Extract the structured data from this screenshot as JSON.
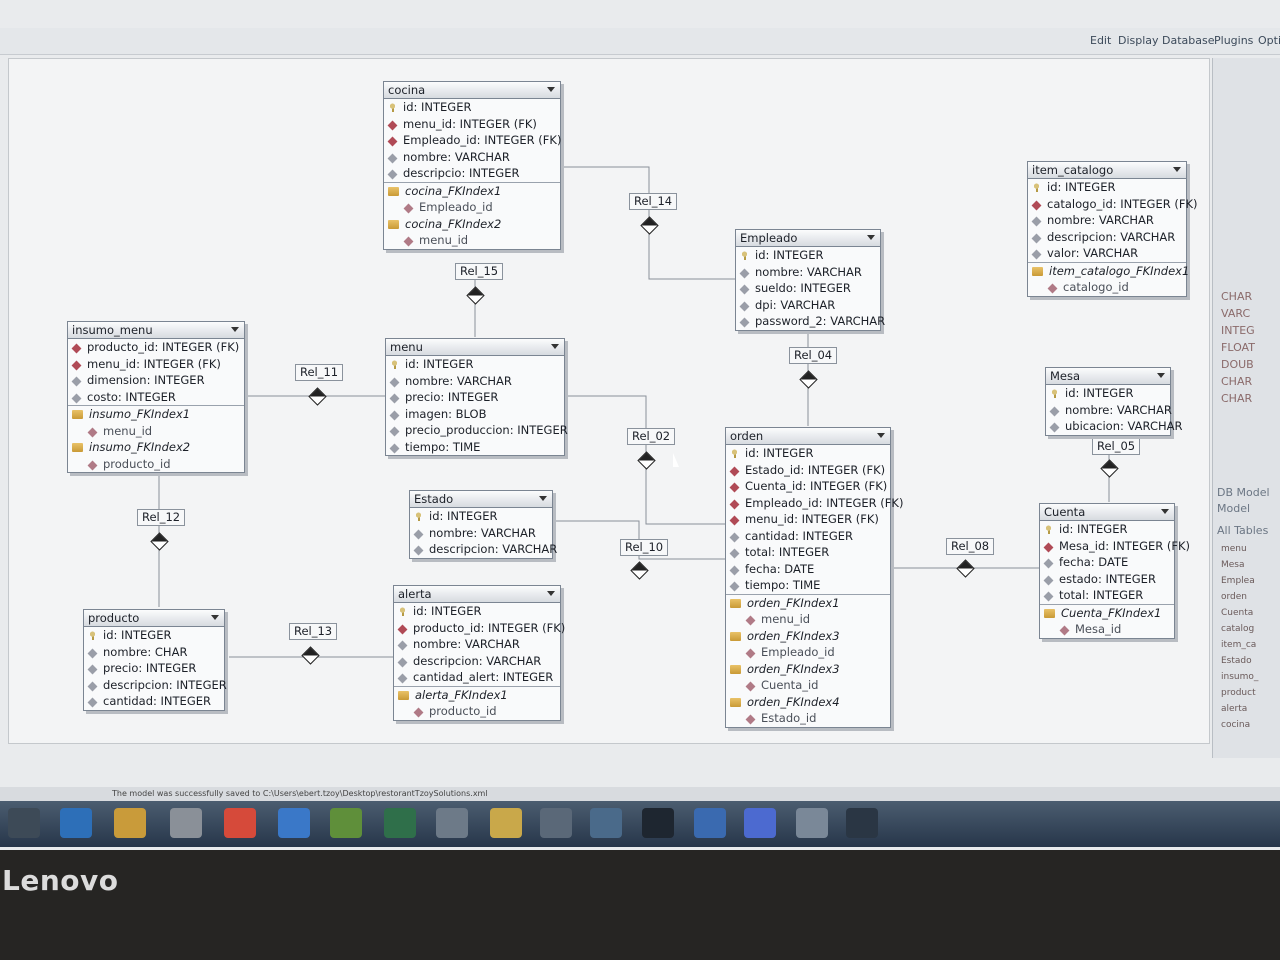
{
  "menubar": {
    "items": [
      "Edit",
      "Display",
      "Database",
      "Plugins",
      "Opti"
    ]
  },
  "entities": {
    "cocina": {
      "title": "cocina",
      "rows": [
        {
          "icon": "key",
          "text": "id: INTEGER"
        },
        {
          "icon": "fk",
          "text": "menu_id: INTEGER (FK)"
        },
        {
          "icon": "fk",
          "text": "Empleado_id: INTEGER (FK)"
        },
        {
          "icon": "attr",
          "text": "nombre: VARCHAR"
        },
        {
          "icon": "attr",
          "text": "descripcio: INTEGER"
        },
        {
          "icon": "idx",
          "text": "cocina_FKIndex1",
          "sep": true
        },
        {
          "icon": "idxattr",
          "text": "Empleado_id",
          "sub": true
        },
        {
          "icon": "idx",
          "text": "cocina_FKIndex2"
        },
        {
          "icon": "idxattr",
          "text": "menu_id",
          "sub": true
        }
      ]
    },
    "empleado": {
      "title": "Empleado",
      "rows": [
        {
          "icon": "key",
          "text": "id: INTEGER"
        },
        {
          "icon": "attr",
          "text": "nombre: VARCHAR"
        },
        {
          "icon": "attr",
          "text": "sueldo: INTEGER"
        },
        {
          "icon": "attr",
          "text": "dpi: VARCHAR"
        },
        {
          "icon": "attr",
          "text": "password_2: VARCHAR"
        }
      ]
    },
    "item_catalogo": {
      "title": "item_catalogo",
      "rows": [
        {
          "icon": "key",
          "text": "id: INTEGER"
        },
        {
          "icon": "fk",
          "text": "catalogo_id: INTEGER (FK)"
        },
        {
          "icon": "attr",
          "text": "nombre: VARCHAR"
        },
        {
          "icon": "attr",
          "text": "descripcion: VARCHAR"
        },
        {
          "icon": "attr",
          "text": "valor: VARCHAR"
        },
        {
          "icon": "idx",
          "text": "item_catalogo_FKIndex1",
          "sep": true
        },
        {
          "icon": "idxattr",
          "text": "catalogo_id",
          "sub": true
        }
      ]
    },
    "insumo_menu": {
      "title": "insumo_menu",
      "rows": [
        {
          "icon": "fk",
          "text": "producto_id: INTEGER (FK)"
        },
        {
          "icon": "fk",
          "text": "menu_id: INTEGER (FK)"
        },
        {
          "icon": "attr",
          "text": "dimension: INTEGER"
        },
        {
          "icon": "attr",
          "text": "costo: INTEGER"
        },
        {
          "icon": "idx",
          "text": "insumo_FKIndex1",
          "sep": true
        },
        {
          "icon": "idxattr",
          "text": "menu_id",
          "sub": true
        },
        {
          "icon": "idx",
          "text": "insumo_FKIndex2"
        },
        {
          "icon": "idxattr",
          "text": "producto_id",
          "sub": true
        }
      ]
    },
    "menu": {
      "title": "menu",
      "rows": [
        {
          "icon": "key",
          "text": "id: INTEGER"
        },
        {
          "icon": "attr",
          "text": "nombre: VARCHAR"
        },
        {
          "icon": "attr",
          "text": "precio: INTEGER"
        },
        {
          "icon": "attr",
          "text": "imagen: BLOB"
        },
        {
          "icon": "attr",
          "text": "precio_produccion: INTEGER"
        },
        {
          "icon": "attr",
          "text": "tiempo: TIME"
        }
      ]
    },
    "mesa": {
      "title": "Mesa",
      "rows": [
        {
          "icon": "key",
          "text": "id: INTEGER"
        },
        {
          "icon": "attr",
          "text": "nombre: VARCHAR"
        },
        {
          "icon": "attr",
          "text": "ubicacion: VARCHAR"
        }
      ]
    },
    "orden": {
      "title": "orden",
      "rows": [
        {
          "icon": "key",
          "text": "id: INTEGER"
        },
        {
          "icon": "fk",
          "text": "Estado_id: INTEGER (FK)"
        },
        {
          "icon": "fk",
          "text": "Cuenta_id: INTEGER (FK)"
        },
        {
          "icon": "fk",
          "text": "Empleado_id: INTEGER (FK)"
        },
        {
          "icon": "fk",
          "text": "menu_id: INTEGER (FK)"
        },
        {
          "icon": "attr",
          "text": "cantidad: INTEGER"
        },
        {
          "icon": "attr",
          "text": "total: INTEGER"
        },
        {
          "icon": "attr",
          "text": "fecha: DATE"
        },
        {
          "icon": "attr",
          "text": "tiempo: TIME"
        },
        {
          "icon": "idx",
          "text": "orden_FKIndex1",
          "sep": true
        },
        {
          "icon": "idxattr",
          "text": "menu_id",
          "sub": true
        },
        {
          "icon": "idx",
          "text": "orden_FKIndex3"
        },
        {
          "icon": "idxattr",
          "text": "Empleado_id",
          "sub": true
        },
        {
          "icon": "idx",
          "text": "orden_FKIndex3"
        },
        {
          "icon": "idxattr",
          "text": "Cuenta_id",
          "sub": true
        },
        {
          "icon": "idx",
          "text": "orden_FKIndex4"
        },
        {
          "icon": "idxattr",
          "text": "Estado_id",
          "sub": true
        }
      ]
    },
    "estado": {
      "title": "Estado",
      "rows": [
        {
          "icon": "key",
          "text": "id: INTEGER"
        },
        {
          "icon": "attr",
          "text": "nombre: VARCHAR"
        },
        {
          "icon": "attr",
          "text": "descripcion: VARCHAR"
        }
      ]
    },
    "cuenta": {
      "title": "Cuenta",
      "rows": [
        {
          "icon": "key",
          "text": "id: INTEGER"
        },
        {
          "icon": "fk",
          "text": "Mesa_id: INTEGER (FK)"
        },
        {
          "icon": "attr",
          "text": "fecha: DATE"
        },
        {
          "icon": "attr",
          "text": "estado: INTEGER"
        },
        {
          "icon": "attr",
          "text": "total: INTEGER"
        },
        {
          "icon": "idx",
          "text": "Cuenta_FKIndex1",
          "sep": true
        },
        {
          "icon": "idxattr",
          "text": "Mesa_id",
          "sub": true
        }
      ]
    },
    "producto": {
      "title": "producto",
      "rows": [
        {
          "icon": "key",
          "text": "id: INTEGER"
        },
        {
          "icon": "attr",
          "text": "nombre: CHAR"
        },
        {
          "icon": "attr",
          "text": "precio: INTEGER"
        },
        {
          "icon": "attr",
          "text": "descripcion: INTEGER"
        },
        {
          "icon": "attr",
          "text": "cantidad: INTEGER"
        }
      ]
    },
    "alerta": {
      "title": "alerta",
      "rows": [
        {
          "icon": "key",
          "text": "id: INTEGER"
        },
        {
          "icon": "fk",
          "text": "producto_id: INTEGER (FK)"
        },
        {
          "icon": "attr",
          "text": "nombre: VARCHAR"
        },
        {
          "icon": "attr",
          "text": "descripcion: VARCHAR"
        },
        {
          "icon": "attr",
          "text": "cantidad_alert: INTEGER"
        },
        {
          "icon": "idx",
          "text": "alerta_FKIndex1",
          "sep": true
        },
        {
          "icon": "idxattr",
          "text": "producto_id",
          "sub": true
        }
      ]
    }
  },
  "relations": {
    "rel_14": "Rel_14",
    "rel_15": "Rel_15",
    "rel_04": "Rel_04",
    "rel_11": "Rel_11",
    "rel_02": "Rel_02",
    "rel_05": "Rel_05",
    "rel_12": "Rel_12",
    "rel_10": "Rel_10",
    "rel_08": "Rel_08",
    "rel_13": "Rel_13"
  },
  "right_panel": {
    "types": [
      "CHAR",
      "VARC",
      "INTEG",
      "FLOAT",
      "DOUB",
      "CHAR",
      "CHAR"
    ],
    "db_model": "DB Model",
    "model_tab": "Model",
    "all_tables": "All Tables",
    "tables": [
      "menu",
      "Mesa",
      "Emplea",
      "orden",
      "Cuenta",
      "catalog",
      "item_ca",
      "Estado",
      "insumo_",
      "product",
      "alerta",
      "cocina"
    ]
  },
  "status": {
    "message": "The model was successfully saved to C:\\Users\\ebert.tzoy\\Desktop\\restorantTzoySolutions.xml"
  },
  "brand": "Lenovo",
  "colors": {
    "fk_icon": "#b04a56",
    "key_icon": "#d8c27a",
    "index_icon": "#e9c268",
    "taskbar": "#27364a"
  }
}
